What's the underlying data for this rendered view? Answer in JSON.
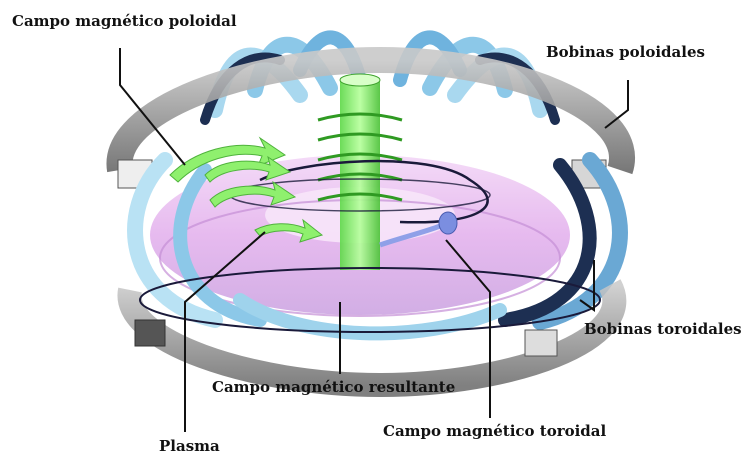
{
  "labels": {
    "poloidal_field": "Campo magnético poloidal",
    "poloidal_coils": "Bobinas poloidales",
    "toroidal_coils": "Bobinas toroidales",
    "resultant_field": "Campo magnético resultante",
    "toroidal_field": "Campo magnético toroidal",
    "plasma": "Plasma"
  },
  "colors": {
    "coil_light": "#9fd3ec",
    "coil_mid": "#5fa9d6",
    "coil_dark": "#1d2f52",
    "poloidal_ring": "#8a8a8a",
    "plasma": "#e6b8ef",
    "solenoid": "#8cf07a",
    "field_line": "#1a1a3a",
    "arrow_toroidal": "#8fa0e8"
  }
}
